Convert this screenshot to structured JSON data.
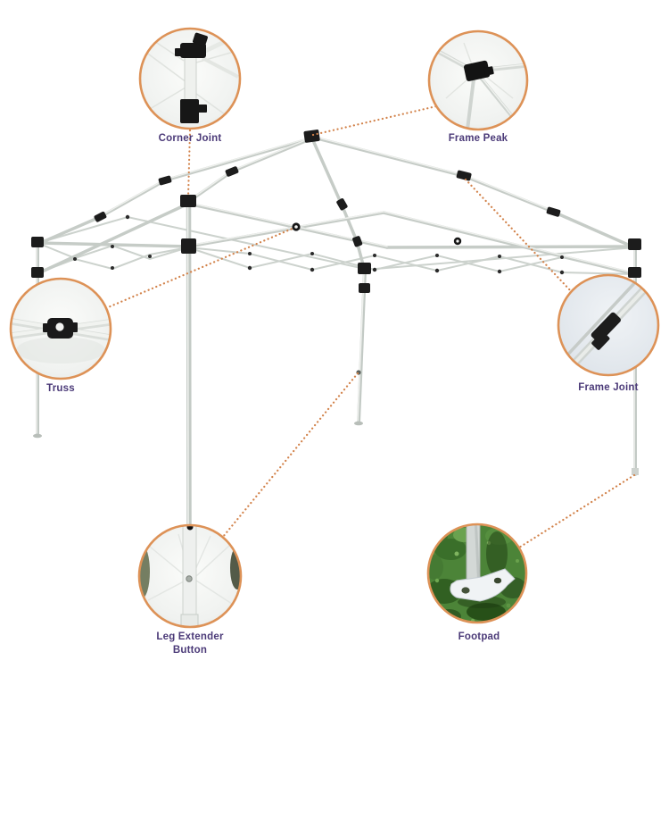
{
  "diagram": {
    "subject": "pop-up canopy frame parts diagram",
    "callouts": [
      {
        "id": "corner-joint",
        "label": "Corner Joint"
      },
      {
        "id": "frame-peak",
        "label": "Frame Peak"
      },
      {
        "id": "truss",
        "label": "Truss"
      },
      {
        "id": "frame-joint",
        "label": "Frame Joint"
      },
      {
        "id": "leg-extender-button",
        "label": "Leg Extender Button",
        "label_line1": "Leg Extender",
        "label_line2": "Button"
      },
      {
        "id": "footpad",
        "label": "Footpad"
      }
    ],
    "colors": {
      "callout_ring": "#DD9257",
      "leader_dotted": "#D2824A",
      "label_text": "#4B3A78",
      "frame_pole": "#CBD1CC",
      "joint_hardware": "#1C1C1C",
      "grass_green": "#4C8438",
      "background": "#FFFFFF"
    }
  }
}
